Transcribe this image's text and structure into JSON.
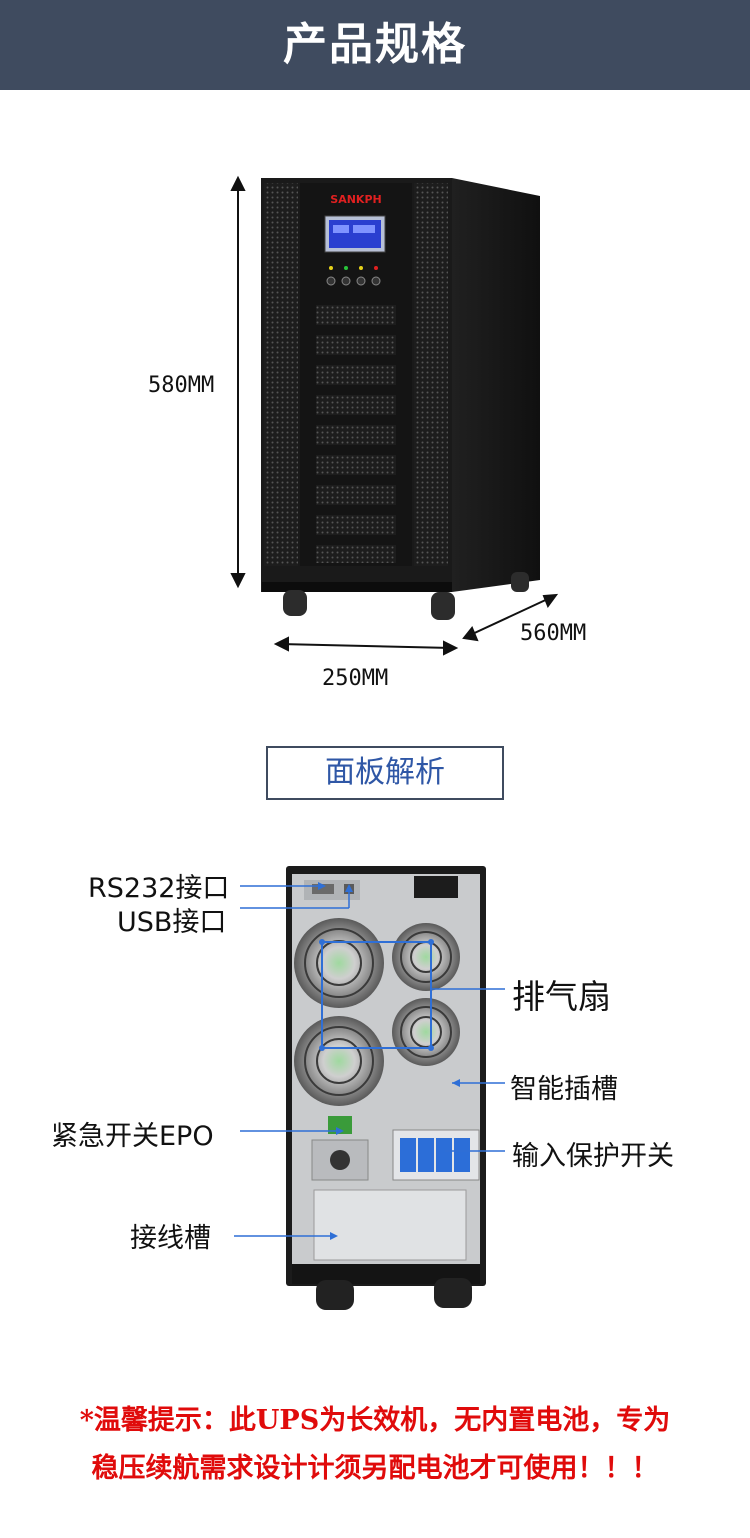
{
  "header": {
    "title": "产品规格"
  },
  "front_view": {
    "brand": "SANKPH",
    "height_label": "580MM",
    "depth_label": "560MM",
    "width_label": "250MM"
  },
  "panel_section": {
    "title": "面板解析"
  },
  "rear_view": {
    "labels": {
      "rs232": "RS232接口",
      "usb": "USB接口",
      "fans": "排气扇",
      "slot": "智能插槽",
      "epo": "紧急开关EPO",
      "input_switch": "输入保护开关",
      "terminal": "接线槽"
    }
  },
  "notice": {
    "line1": "*温馨提示：此UPS为长效机，无内置电池，专为",
    "line2": "稳压续航需求设计计须另配电池才可使用！！！"
  }
}
